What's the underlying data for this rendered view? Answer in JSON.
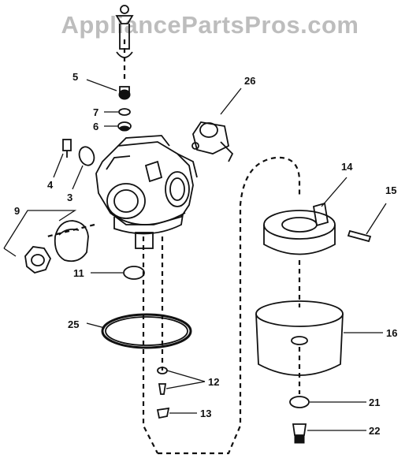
{
  "watermark": "AppliancePartsPros.com",
  "callouts": {
    "n3": "3",
    "n4": "4",
    "n5": "5",
    "n6": "6",
    "n7": "7",
    "n9": "9",
    "n11": "11",
    "n12": "12",
    "n13": "13",
    "n14": "14",
    "n15": "15",
    "n16": "16",
    "n21": "21",
    "n22": "22",
    "n25": "25",
    "n26": "26"
  }
}
